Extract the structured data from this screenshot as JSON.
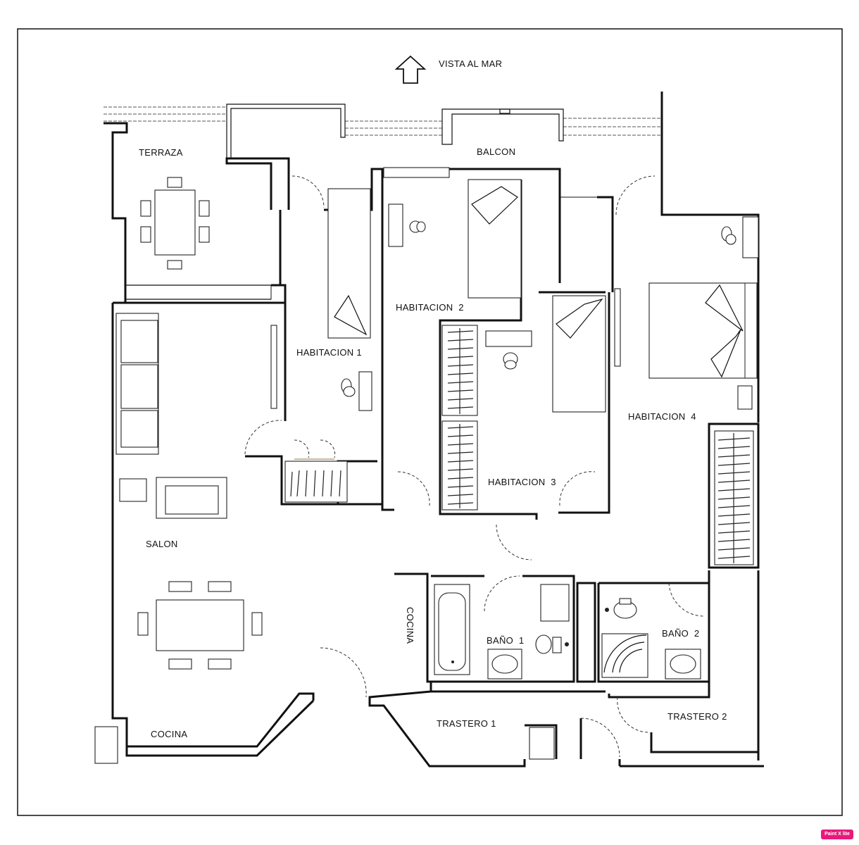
{
  "plan": {
    "orientation_label": "VISTA AL MAR",
    "rooms": {
      "terraza": "TERRAZA",
      "balcon": "BALCON",
      "habitacion1": "HABITACION 1",
      "habitacion2": "HABITACION  2",
      "habitacion3": "HABITACION  3",
      "habitacion4": "HABITACION  4",
      "salon": "SALON",
      "cocina_main": "COCINA",
      "cocina_small": "COCINA",
      "bano1": "BAÑO  1",
      "bano2": "BAÑO  2",
      "trastero1": "TRASTERO 1",
      "trastero2": "TRASTERO 2"
    }
  },
  "badge": {
    "label": "Paint X lite"
  },
  "colors": {
    "wall": "#111111",
    "background": "#ffffff",
    "badge": "#e8197d"
  }
}
